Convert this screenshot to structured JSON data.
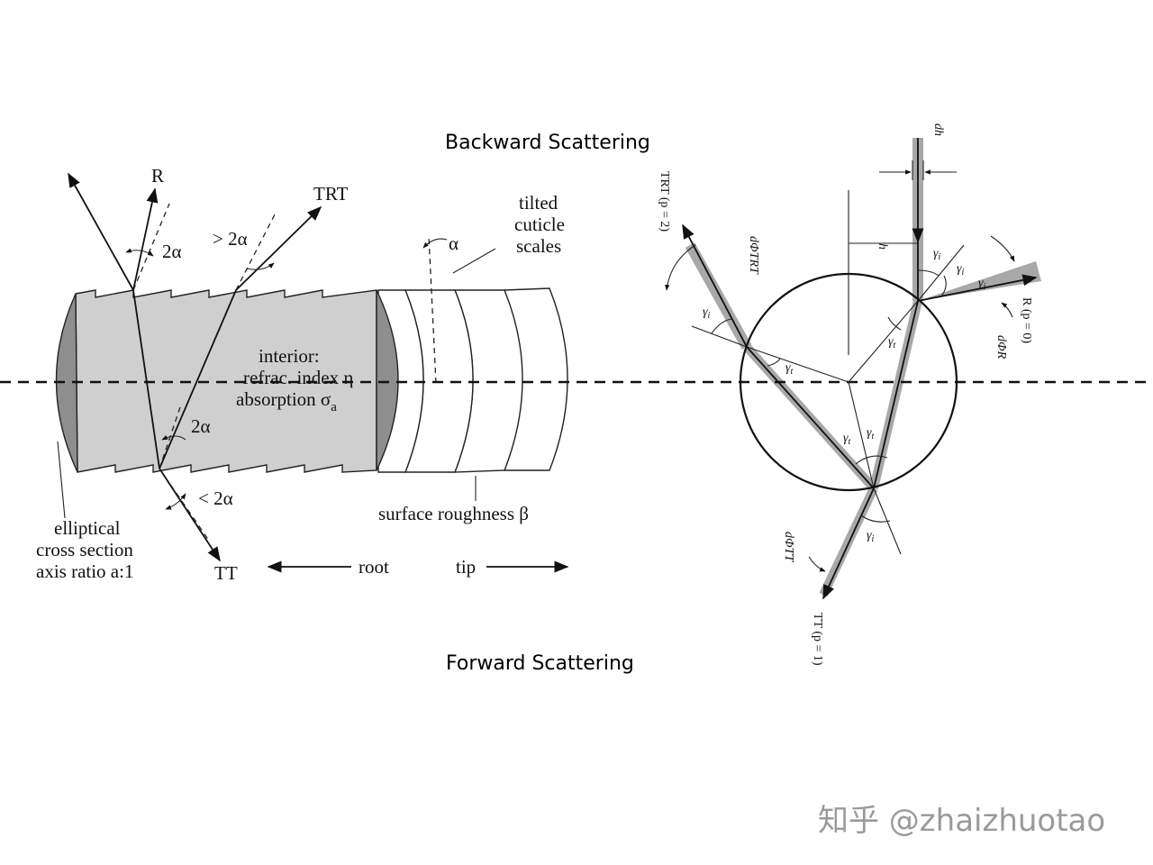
{
  "headings": {
    "backward": "Backward Scattering",
    "forward": "Forward Scattering"
  },
  "left_figure": {
    "ray_R": "R",
    "ray_TRT": "TRT",
    "ray_TT": "TT",
    "angle_R": "2α",
    "angle_TRT": "> 2α",
    "angle_inner": "2α",
    "angle_TT": "< 2α",
    "tilt_alpha": "α",
    "cuticle_line1": "tilted",
    "cuticle_line2": "cuticle",
    "cuticle_line3": "scales",
    "interior_line1": "interior:",
    "interior_line2": "refrac. index η",
    "interior_line3": "absorption σ",
    "interior_sub": "a",
    "surface_roughness": "surface roughness β",
    "cross_line1": "elliptical",
    "cross_line2": "cross section",
    "cross_line3": "axis ratio a:1",
    "root_label": "root",
    "tip_label": "tip"
  },
  "right_figure": {
    "dh": "dh",
    "h": "h",
    "gamma": "γ",
    "gamma_i_sub": "i",
    "gamma_t_sub": "t",
    "trt_beam": "TRT (p = 2)",
    "r_beam": "R (p = 0)",
    "tt_beam": "TT (p = 1)",
    "dphi_trt": "dΦTRT",
    "dphi_r": "dΦR",
    "dphi_tt": "dΦTT"
  },
  "watermark": "知乎 @zhaizhuotao",
  "colors": {
    "hair_fill": "#cfcfcf",
    "hair_cap": "#8e8e8e",
    "beam": "#a8a8a8",
    "ink": "#111111",
    "watermark": "#9a9a9a"
  }
}
